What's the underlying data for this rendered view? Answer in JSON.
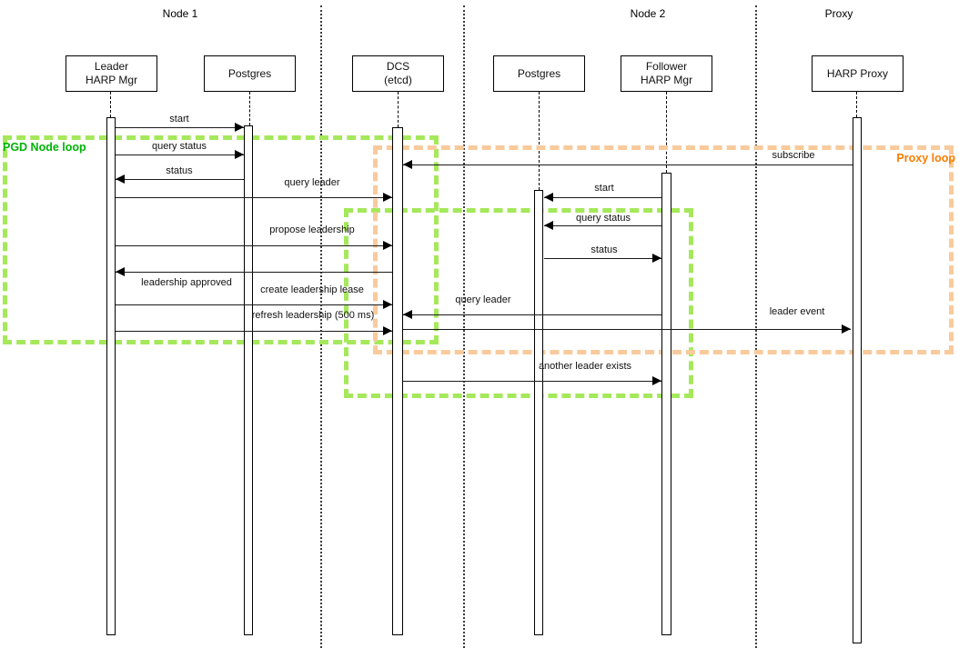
{
  "colors": {
    "frame_green": "#a6e85c",
    "label_green": "#00b307",
    "frame_orange": "#f9cb9c",
    "label_orange": "#f97d00",
    "line": "#1a1a1a"
  },
  "sections": [
    {
      "label": "Node 1"
    },
    {
      "label": "Node 2"
    },
    {
      "label": "Proxy"
    }
  ],
  "participants": [
    {
      "label": "Leader\nHARP Mgr"
    },
    {
      "label": "Postgres"
    },
    {
      "label": "DCS\n(etcd)"
    },
    {
      "label": "Postgres"
    },
    {
      "label": "Follower\nHARP Mgr"
    },
    {
      "label": "HARP Proxy"
    }
  ],
  "loops": {
    "pgd_node": {
      "label": "PGD Node loop"
    },
    "inner": {
      "label": ""
    },
    "proxy": {
      "label": "Proxy loop"
    }
  },
  "messages": [
    {
      "label": "start",
      "from": "Leader HARP Mgr",
      "to": "Postgres (Node 1)"
    },
    {
      "label": "query status",
      "from": "Leader HARP Mgr",
      "to": "Postgres (Node 1)"
    },
    {
      "label": "status",
      "from": "Postgres (Node 1)",
      "to": "Leader HARP Mgr"
    },
    {
      "label": "subscribe",
      "from": "HARP Proxy",
      "to": "DCS (etcd)"
    },
    {
      "label": "query leader",
      "from": "Leader HARP Mgr",
      "to": "DCS (etcd)"
    },
    {
      "label": "start",
      "from": "Follower HARP Mgr",
      "to": "Postgres (Node 2)"
    },
    {
      "label": "query status",
      "from": "Follower HARP Mgr",
      "to": "Postgres (Node 2)"
    },
    {
      "label": "propose leadership",
      "from": "Leader HARP Mgr",
      "to": "DCS (etcd)"
    },
    {
      "label": "status",
      "from": "Postgres (Node 2)",
      "to": "Follower HARP Mgr"
    },
    {
      "label": "leadership approved",
      "from": "DCS (etcd)",
      "to": "Leader HARP Mgr"
    },
    {
      "label": "create leadership lease",
      "from": "Leader HARP Mgr",
      "to": "DCS (etcd)"
    },
    {
      "label": "query leader",
      "from": "Follower HARP Mgr",
      "to": "DCS (etcd)"
    },
    {
      "label": "refresh leadership (500 ms)",
      "from": "Leader HARP Mgr",
      "to": "DCS (etcd)"
    },
    {
      "label": "leader event",
      "from": "DCS (etcd)",
      "to": "HARP Proxy"
    },
    {
      "label": "another leader exists",
      "from": "DCS (etcd)",
      "to": "Follower HARP Mgr"
    }
  ]
}
